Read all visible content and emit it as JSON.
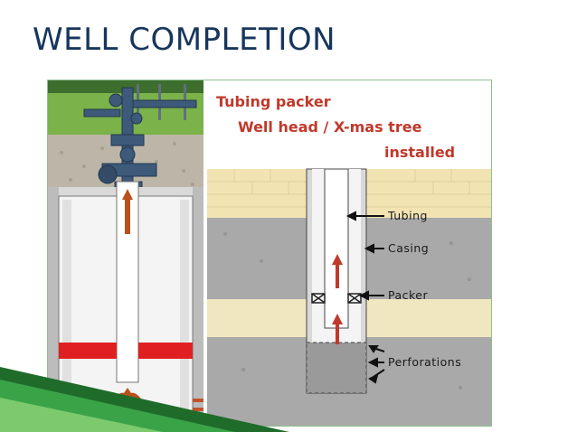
{
  "slide": {
    "title": "WELL COMPLETION"
  },
  "caption": {
    "line1": "Tubing packer",
    "line2": "Well head / X-mas tree",
    "line3": "installed"
  },
  "labels": {
    "tubing": "Tubing",
    "casing": "Casing",
    "packer": "Packer",
    "perforations": "Perforations"
  },
  "colors": {
    "title": "#17365d",
    "caption": "#c0392b",
    "packer_band": "#e02020",
    "flow_arrow": "#b8501a",
    "accent_green": "#2e8b3a"
  }
}
